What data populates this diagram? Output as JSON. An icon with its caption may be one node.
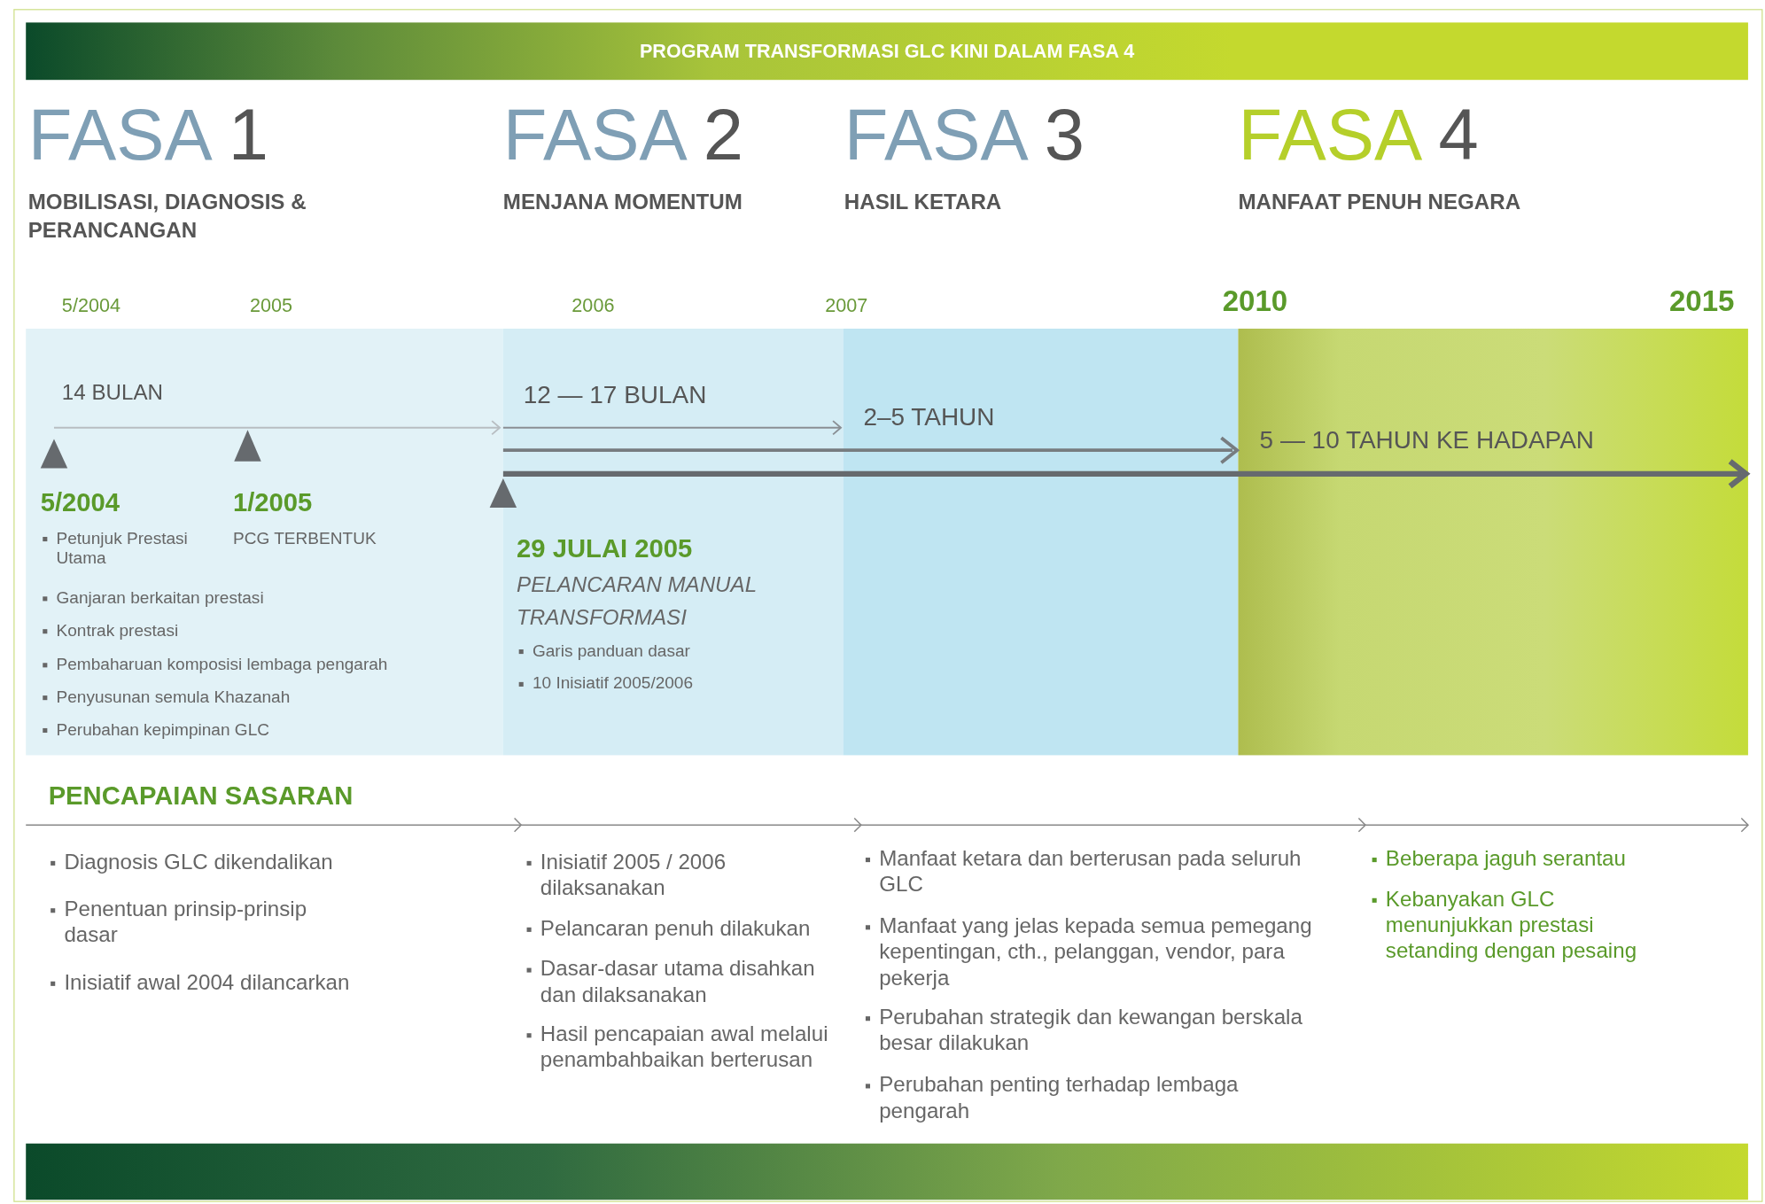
{
  "diagram": {
    "title": "PROGRAM TRANSFORMASI GLC KINI DALAM FASA 4",
    "labels": [
      "FASA 1",
      "MOBILISASI, DIAGNOSIS & PERANCANGAN",
      "FASA 2",
      "MENJANA MOMENTUM",
      "FASA 3",
      "HASIL KETARA",
      "FASA 4",
      "MANFAAT PENUH NEGARA",
      "5/2004",
      "2005",
      "2006",
      "2007",
      "2010",
      "2015",
      "14 BULAN",
      "12 — 17 BULAN",
      "2–5 TAHUN",
      "5 — 10 TAHUN KE HADAPAN",
      "5/2004",
      "1/2005",
      "Petunjuk Prestasi Utama",
      "PCG TERBENTUK",
      "Ganjaran berkaitan prestasi",
      "Kontrak prestasi",
      "Pembaharuan komposisi lembaga pengarah",
      "Penyusunan semula Khazanah",
      "Perubahan kepimpinan GLC",
      "29 JULAI 2005",
      "PELANCARAN MANUAL TRANSFORMASI",
      "Garis panduan dasar",
      "10 Inisiatif 2005/2006",
      "PENCAPAIAN SASARAN",
      "Diagnosis GLC dikendalikan",
      "Penentuan prinsip-prinsip dasar",
      "Inisiatif awal 2004 dilancarkan",
      "Inisiatif 2005 / 2006 dilaksanakan",
      "Pelancaran penuh dilakukan",
      "Dasar-dasar utama disahkan dan dilaksanakan",
      "Hasil pencapaian awal melalui penambahbaikan berterusan",
      "Manfaat ketara dan berterusan pada seluruh GLC",
      "Manfaat yang jelas kepada semua pemegang kepentingan, cth., pelanggan, vendor, para pekerja",
      "Perubahan strategik dan kewangan berskala besar dilakukan",
      "Perubahan penting terhadap lembaga pengarah",
      "Beberapa jaguh serantau",
      "Kebanyakan GLC menunjukkan prestasi setanding dengan pesaing"
    ]
  }
}
